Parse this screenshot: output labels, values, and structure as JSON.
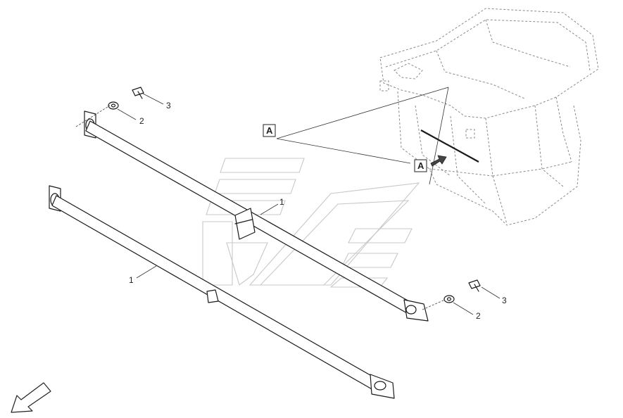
{
  "callouts": {
    "rod_upper": "1",
    "rod_lower": "1",
    "washer_left": "2",
    "washer_right": "2",
    "bolt_left": "3",
    "bolt_right": "3"
  },
  "detail_labels": {
    "main": "A",
    "inset": "A"
  },
  "icons": {
    "orientation_arrow": "orientation-arrow-icon",
    "location_arrow": "location-arrow-icon"
  }
}
